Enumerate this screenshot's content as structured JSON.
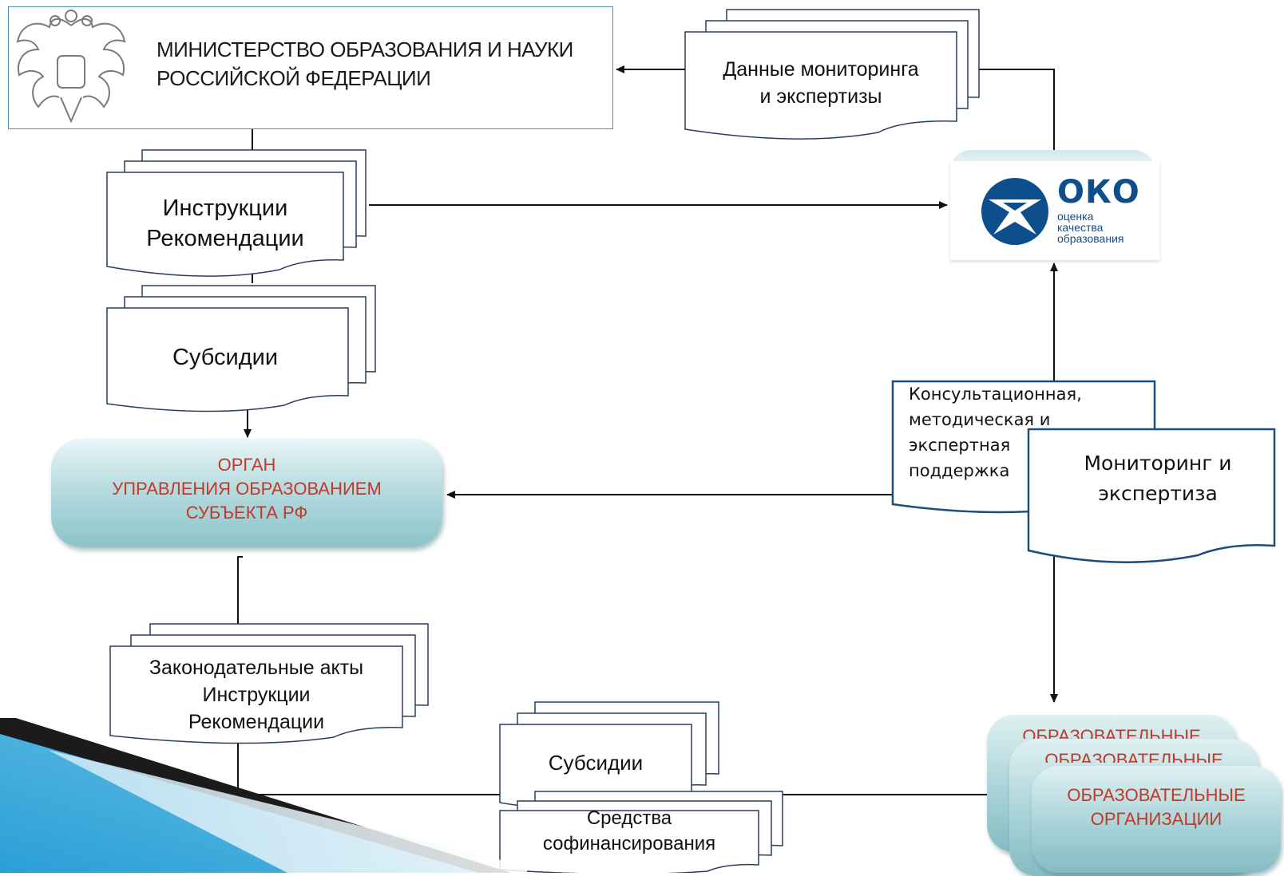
{
  "ministry": {
    "title_line1": "МИНИСТЕРСТВО ОБРАЗОВАНИЯ И НАУКИ",
    "title_line2": "РОССИЙСКОЙ ФЕДЕРАЦИИ",
    "emblem_icon": "russian-coat-of-arms-icon"
  },
  "docs": {
    "monitoring_data_line1": "Данные мониторинга",
    "monitoring_data_line2": "и экспертизы",
    "instructions_line1": "Инструкции",
    "instructions_line2": "Рекомендации",
    "subsidies_top": "Субсидии",
    "laws_line1": "Законодательные акты",
    "laws_line2": "Инструкции",
    "laws_line3": "Рекомендации",
    "subsidies_bottom": "Субсидии",
    "cofinance_line1": "Средства",
    "cofinance_line2": "софинансирования",
    "consult_line1": "Консультационная,",
    "consult_line2": "методическая  и",
    "consult_line3": "экспертная",
    "consult_line4": "поддержка",
    "monitoring_line1": "Мониторинг и",
    "monitoring_line2": "экспертиза"
  },
  "organ": {
    "line1": "ОРГАН",
    "line2": "УПРАВЛЕНИЯ ОБРАЗОВАНИЕМ",
    "line3": "СУБЪЕКТА  РФ"
  },
  "oko": {
    "logo_text": "ОКО",
    "tag1": "оценка",
    "tag2": "качества",
    "tag3": "образования"
  },
  "orgs": {
    "back_label": "ОБРАЗОВАТЕЛЬНЫЕ",
    "front_line1": "ОБРАЗОВАТЕЛЬНЫЕ",
    "front_line2": "ОРГАНИЗАЦИИ"
  },
  "colors": {
    "accent_red": "#c0392b",
    "oko_blue": "#0d4f8c",
    "teal": "#8cc3c9",
    "corner_blue": "#2a9fd6"
  }
}
